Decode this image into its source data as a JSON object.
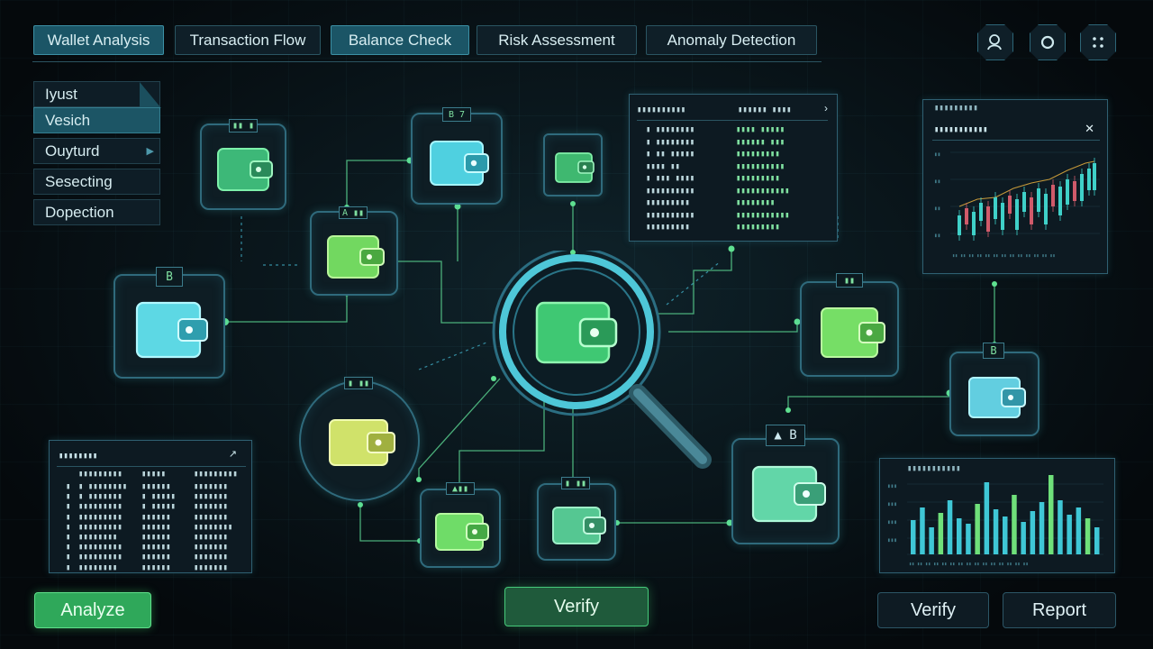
{
  "tabs": [
    {
      "label": "Wallet Analysis",
      "active": true
    },
    {
      "label": "Transaction Flow",
      "active": false
    },
    {
      "label": "Balance Check",
      "active": true
    },
    {
      "label": "Risk Assessment",
      "active": false
    },
    {
      "label": "Anomaly Detection",
      "active": false
    }
  ],
  "top_icons": [
    "user-search-icon",
    "ring-icon",
    "grid-dots-icon"
  ],
  "menu": [
    {
      "label": "Iyust",
      "active": false
    },
    {
      "label": "Vesich",
      "active": true
    },
    {
      "label": "Ouyturd",
      "active": false
    },
    {
      "label": "Sesecting",
      "active": false
    },
    {
      "label": "Dopection",
      "active": false
    }
  ],
  "badges": {
    "n1": "▮▮ ▮",
    "n2": "B 7",
    "n3": "A ▮▮",
    "n4": "B",
    "n5": "▮ ▮▮",
    "n6": "▲▮▮",
    "n7": "▮ ▮▮",
    "n8": "▮▮",
    "n9": "B",
    "n10": "▲ B"
  },
  "tx_panel": {
    "headers": [
      "▮▮▮▮▮▮▮▮▮▮",
      "▮▮▮▮▮▮ ▮▮▮▮"
    ],
    "rows": [
      [
        "▮ ▮▮▮▮▮▮▮▮",
        "▮▮▮▮ ▮▮▮▮▮"
      ],
      [
        "▮ ▮▮▮▮▮▮▮▮",
        "▮▮▮▮▮▮ ▮▮▮"
      ],
      [
        "▮ ▮▮ ▮▮▮▮▮",
        "▮▮▮▮▮▮▮▮▮"
      ],
      [
        "▮▮▮▮ ▮▮",
        "▮▮▮▮▮▮▮▮▮▮"
      ],
      [
        "▮ ▮▮▮ ▮▮▮▮",
        "▮▮▮▮▮▮▮▮▮"
      ],
      [
        "▮▮▮▮▮▮▮▮▮▮",
        "▮▮▮▮▮▮▮▮▮▮▮"
      ],
      [
        "▮▮▮▮▮▮▮▮▮",
        "▮▮▮▮▮▮▮▮"
      ],
      [
        "▮▮▮▮▮▮▮▮▮▮",
        "▮▮▮▮▮▮▮▮▮▮▮"
      ],
      [
        "▮▮▮▮▮▮▮▮▮",
        "▮▮▮▮▮▮▮▮▮"
      ]
    ]
  },
  "chart_top": {
    "title": "▮▮▮▮▮▮▮▮▮▮▮"
  },
  "left_table": {
    "title": "▮▮▮▮▮▮▮▮",
    "headers": [
      "▮▮▮▮▮▮▮▮▮",
      "▮▮▮▮▮",
      "▮▮▮▮▮▮▮▮▮"
    ],
    "rows": [
      [
        "▮",
        "▮ ▮▮▮▮▮▮▮▮",
        "▮▮▮▮▮▮",
        "▮▮▮▮▮▮▮"
      ],
      [
        "▮",
        "▮ ▮▮▮▮▮▮▮",
        "▮ ▮▮▮▮▮",
        "▮▮▮▮▮▮▮"
      ],
      [
        "▮",
        "▮▮▮▮▮▮▮▮▮",
        "▮ ▮▮▮▮▮",
        "▮▮▮▮▮▮▮"
      ],
      [
        "▮",
        "▮▮▮▮▮▮▮▮▮",
        "▮▮▮▮▮▮",
        "▮▮▮▮▮▮▮"
      ],
      [
        "▮",
        "▮▮▮▮▮▮▮▮▮",
        "▮▮▮▮▮▮",
        "▮▮▮▮▮▮▮▮"
      ],
      [
        "▮",
        "▮▮▮▮▮▮▮▮",
        "▮▮▮▮▮▮",
        "▮▮▮▮▮▮▮"
      ],
      [
        "▮",
        "▮▮▮▮▮▮▮▮▮",
        "▮▮▮▮▮▮",
        "▮▮▮▮▮▮▮"
      ],
      [
        "▮",
        "▮▮▮▮▮▮▮▮▮",
        "▮▮▮▮▮▮",
        "▮▮▮▮▮▮▮"
      ],
      [
        "▮",
        "▮▮▮▮▮▮▮▮",
        "▮▮▮▮▮▮",
        "▮▮▮▮▮▮▮"
      ]
    ]
  },
  "chart_bottom": {
    "title": "▮▮▮▮▮▮▮▮▮▮▮"
  },
  "buttons": {
    "analyze": "Analyze",
    "verify_center": "Verify",
    "verify": "Verify",
    "report": "Report"
  },
  "colors": {
    "accent_teal": "#3fc0d0",
    "accent_green": "#3fd07a",
    "wallet_green": "#4fd38a",
    "wallet_cyan": "#5fd8e6",
    "wallet_lime": "#8fe26a",
    "wallet_yellow": "#d7e86a"
  }
}
